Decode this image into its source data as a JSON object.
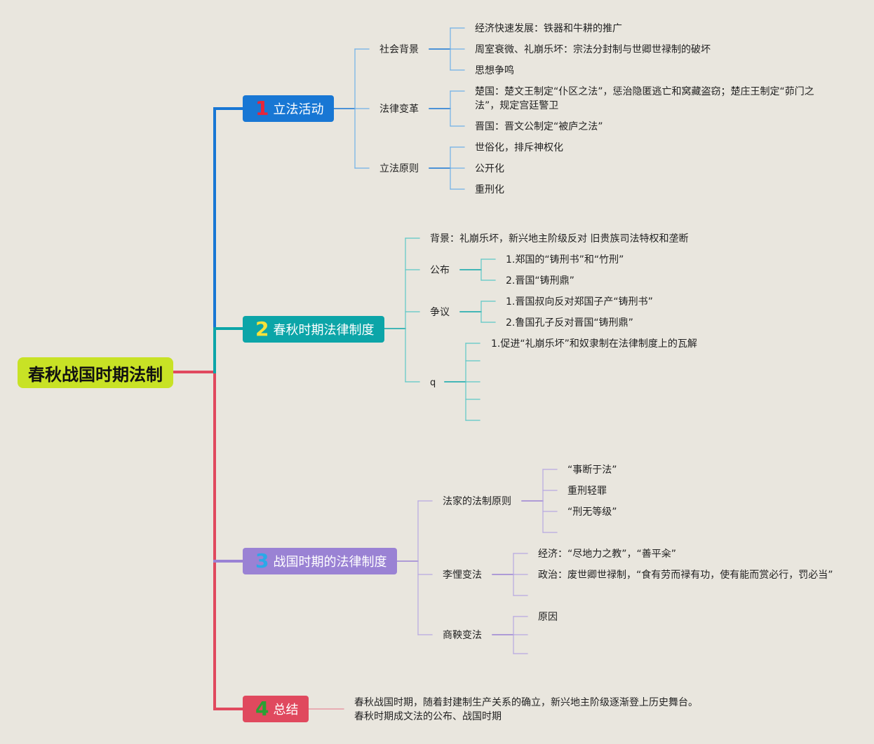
{
  "root": {
    "title": "春秋战国时期法制"
  },
  "branches": [
    {
      "number": "1",
      "title": "立法活动",
      "color": "#1877d4",
      "number_color": "#e8253a",
      "children": [
        {
          "label": "社会背景",
          "items": [
            "经济快速发展：铁器和牛耕的推广",
            "周室衰微、礼崩乐坏：宗法分封制与世卿世禄制的破坏",
            "思想争鸣"
          ]
        },
        {
          "label": "法律变革",
          "items": [
            "楚国：楚文王制定“仆区之法”，惩治隐匿逃亡和窝藏盗窃；楚庄王制定“茆门之法”，规定宫廷警卫",
            "晋国：晋文公制定“被庐之法”"
          ]
        },
        {
          "label": "立法原则",
          "items": [
            "世俗化，排斥神权化",
            "公开化",
            "重刑化"
          ]
        }
      ]
    },
    {
      "number": "2",
      "title": "春秋时期法律制度",
      "color": "#0ca5a8",
      "number_color": "#f5e23a",
      "children": [
        {
          "label": "背景：礼崩乐坏，新兴地主阶级反对 旧贵族司法特权和垄断",
          "items": []
        },
        {
          "label": "公布",
          "items": [
            "1.郑国的“铸刑书”和“竹刑”",
            "2.晋国“铸刑鼎”"
          ]
        },
        {
          "label": "争议",
          "items": [
            "1.晋国叔向反对郑国子产“铸刑书”",
            "2.鲁国孔子反对晋国“铸刑鼎”"
          ]
        },
        {
          "label": "q",
          "items": [
            "1.促进“礼崩乐坏”和奴隶制在法律制度上的瓦解",
            "",
            "",
            "",
            ""
          ]
        }
      ]
    },
    {
      "number": "3",
      "title": "战国时期的法律制度",
      "color": "#9a82d4",
      "number_color": "#2aa9e8",
      "children": [
        {
          "label": "法家的法制原则",
          "items": [
            "“事断于法”",
            "重刑轻罪",
            "“刑无等级”",
            ""
          ]
        },
        {
          "label": "李悝变法",
          "items": [
            "经济：“尽地力之教”，“善平籴”",
            "政治：废世卿世禄制，“食有劳而禄有功，使有能而赏必行，罚必当”",
            ""
          ]
        },
        {
          "label": "商鞅变法",
          "items": [
            "原因",
            "",
            ""
          ]
        }
      ]
    },
    {
      "number": "4",
      "title": "总结",
      "color": "#e0495e",
      "number_color": "#2aa033",
      "children": [
        {
          "label": "春秋战国时期，随着封建制生产关系的确立，新兴地主阶级逐渐登上历史舞台。",
          "items": []
        },
        {
          "label": "春秋时期成文法的公布、战国时期",
          "items": []
        }
      ]
    }
  ]
}
